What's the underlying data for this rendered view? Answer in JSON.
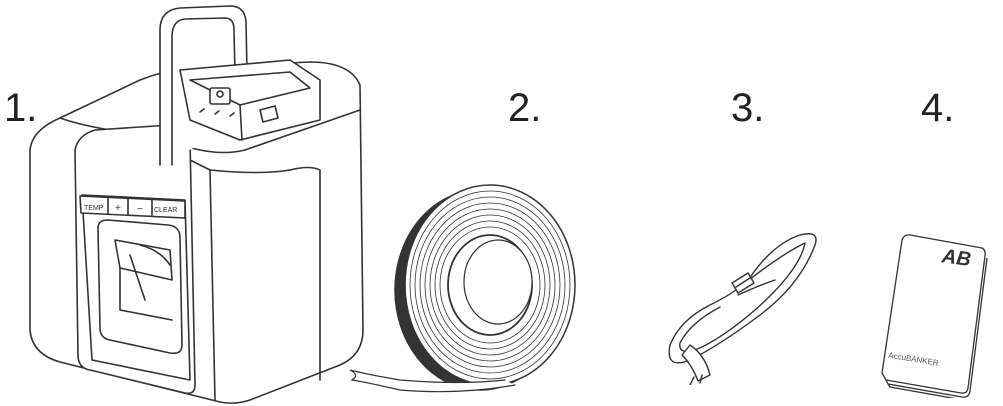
{
  "items": [
    {
      "number": "1.",
      "name": "device-unit",
      "buttons": [
        "TEMP",
        "+",
        "−",
        "CLEAR"
      ]
    },
    {
      "number": "2.",
      "name": "tape-roll"
    },
    {
      "number": "3.",
      "name": "power-cord"
    },
    {
      "number": "4.",
      "name": "manual",
      "logo_text": "AB",
      "brand_text": "AccuBANKER"
    }
  ],
  "colors": {
    "line": "#333333",
    "fill": "#ffffff",
    "shade": "#eeeeee"
  }
}
